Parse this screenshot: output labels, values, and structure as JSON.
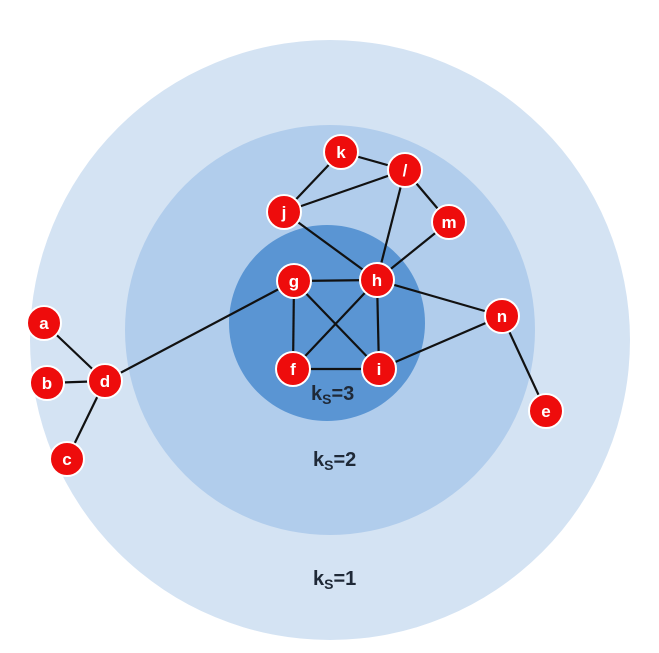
{
  "colors": {
    "shell_1": "#d4e3f3",
    "shell_2": "#b1cdec",
    "shell_3": "#5a95d3",
    "node": "#ee0c0c",
    "edge": "#111111"
  },
  "shells": [
    {
      "id": "shell-1",
      "k": "k",
      "sub": "S",
      "value": "=1"
    },
    {
      "id": "shell-2",
      "k": "k",
      "sub": "S",
      "value": "=2"
    },
    {
      "id": "shell-3",
      "k": "k",
      "sub": "S",
      "value": "=3"
    }
  ],
  "nodes": [
    {
      "id": "a",
      "label": "a"
    },
    {
      "id": "b",
      "label": "b"
    },
    {
      "id": "c",
      "label": "c"
    },
    {
      "id": "d",
      "label": "d"
    },
    {
      "id": "e",
      "label": "e"
    },
    {
      "id": "f",
      "label": "f"
    },
    {
      "id": "g",
      "label": "g"
    },
    {
      "id": "h",
      "label": "h"
    },
    {
      "id": "i",
      "label": "i"
    },
    {
      "id": "j",
      "label": "j"
    },
    {
      "id": "k",
      "label": "k"
    },
    {
      "id": "l",
      "label": "/"
    },
    {
      "id": "m",
      "label": "m"
    },
    {
      "id": "n",
      "label": "n"
    }
  ],
  "edges": [
    [
      "a",
      "d"
    ],
    [
      "b",
      "d"
    ],
    [
      "c",
      "d"
    ],
    [
      "d",
      "g"
    ],
    [
      "g",
      "h"
    ],
    [
      "g",
      "f"
    ],
    [
      "g",
      "i"
    ],
    [
      "h",
      "f"
    ],
    [
      "h",
      "i"
    ],
    [
      "f",
      "i"
    ],
    [
      "h",
      "n"
    ],
    [
      "i",
      "n"
    ],
    [
      "n",
      "e"
    ],
    [
      "j",
      "k"
    ],
    [
      "j",
      "l"
    ],
    [
      "j",
      "h"
    ],
    [
      "k",
      "l"
    ],
    [
      "l",
      "m"
    ],
    [
      "l",
      "h"
    ],
    [
      "m",
      "h"
    ]
  ]
}
